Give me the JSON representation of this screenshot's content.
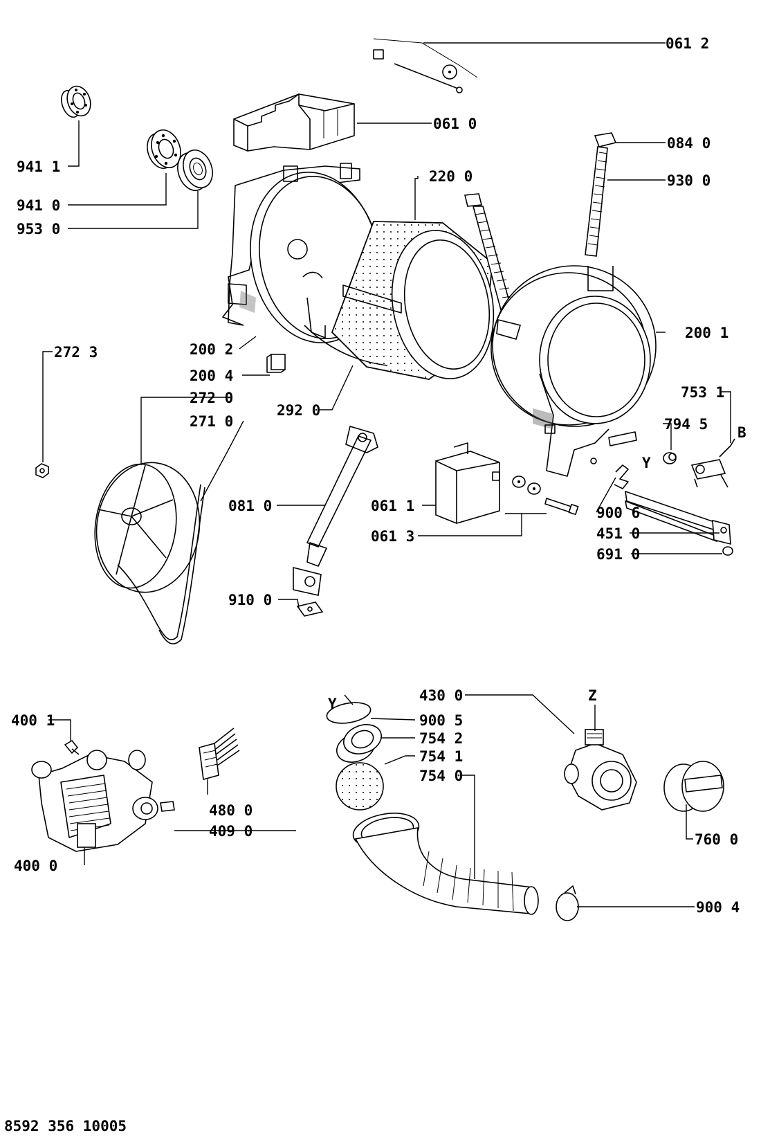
{
  "labels": {
    "p0612": "061 2",
    "p0610": "061 0",
    "p9411": "941 1",
    "p9410": "941 0",
    "p9530": "953 0",
    "p2200": "220 0",
    "p0840": "084 0",
    "p9300": "930 0",
    "p2001": "200 1",
    "p2002": "200 2",
    "p2723": "272 3",
    "p2004": "200 4",
    "p2720": "272 0",
    "p2710": "271 0",
    "p2920": "292 0",
    "p7531": "753 1",
    "p7945": "794 5",
    "mB": "B",
    "mY1": "Y",
    "p0810": "081 0",
    "p0611": "061 1",
    "p0613": "061 3",
    "p9006": "900 6",
    "p4510": "451 0",
    "p6910": "691 0",
    "p9100": "910 0",
    "p4001": "400 1",
    "p4800": "480 0",
    "p4090": "409 0",
    "p4000": "400 0",
    "mY2": "Y",
    "p4300": "430 0",
    "mZ": "Z",
    "p9005": "900 5",
    "p7542": "754 2",
    "p7541": "754 1",
    "p7540": "754 0",
    "p7600": "760 0",
    "p9004": "900 4",
    "docnum": "8592 356 10005"
  }
}
